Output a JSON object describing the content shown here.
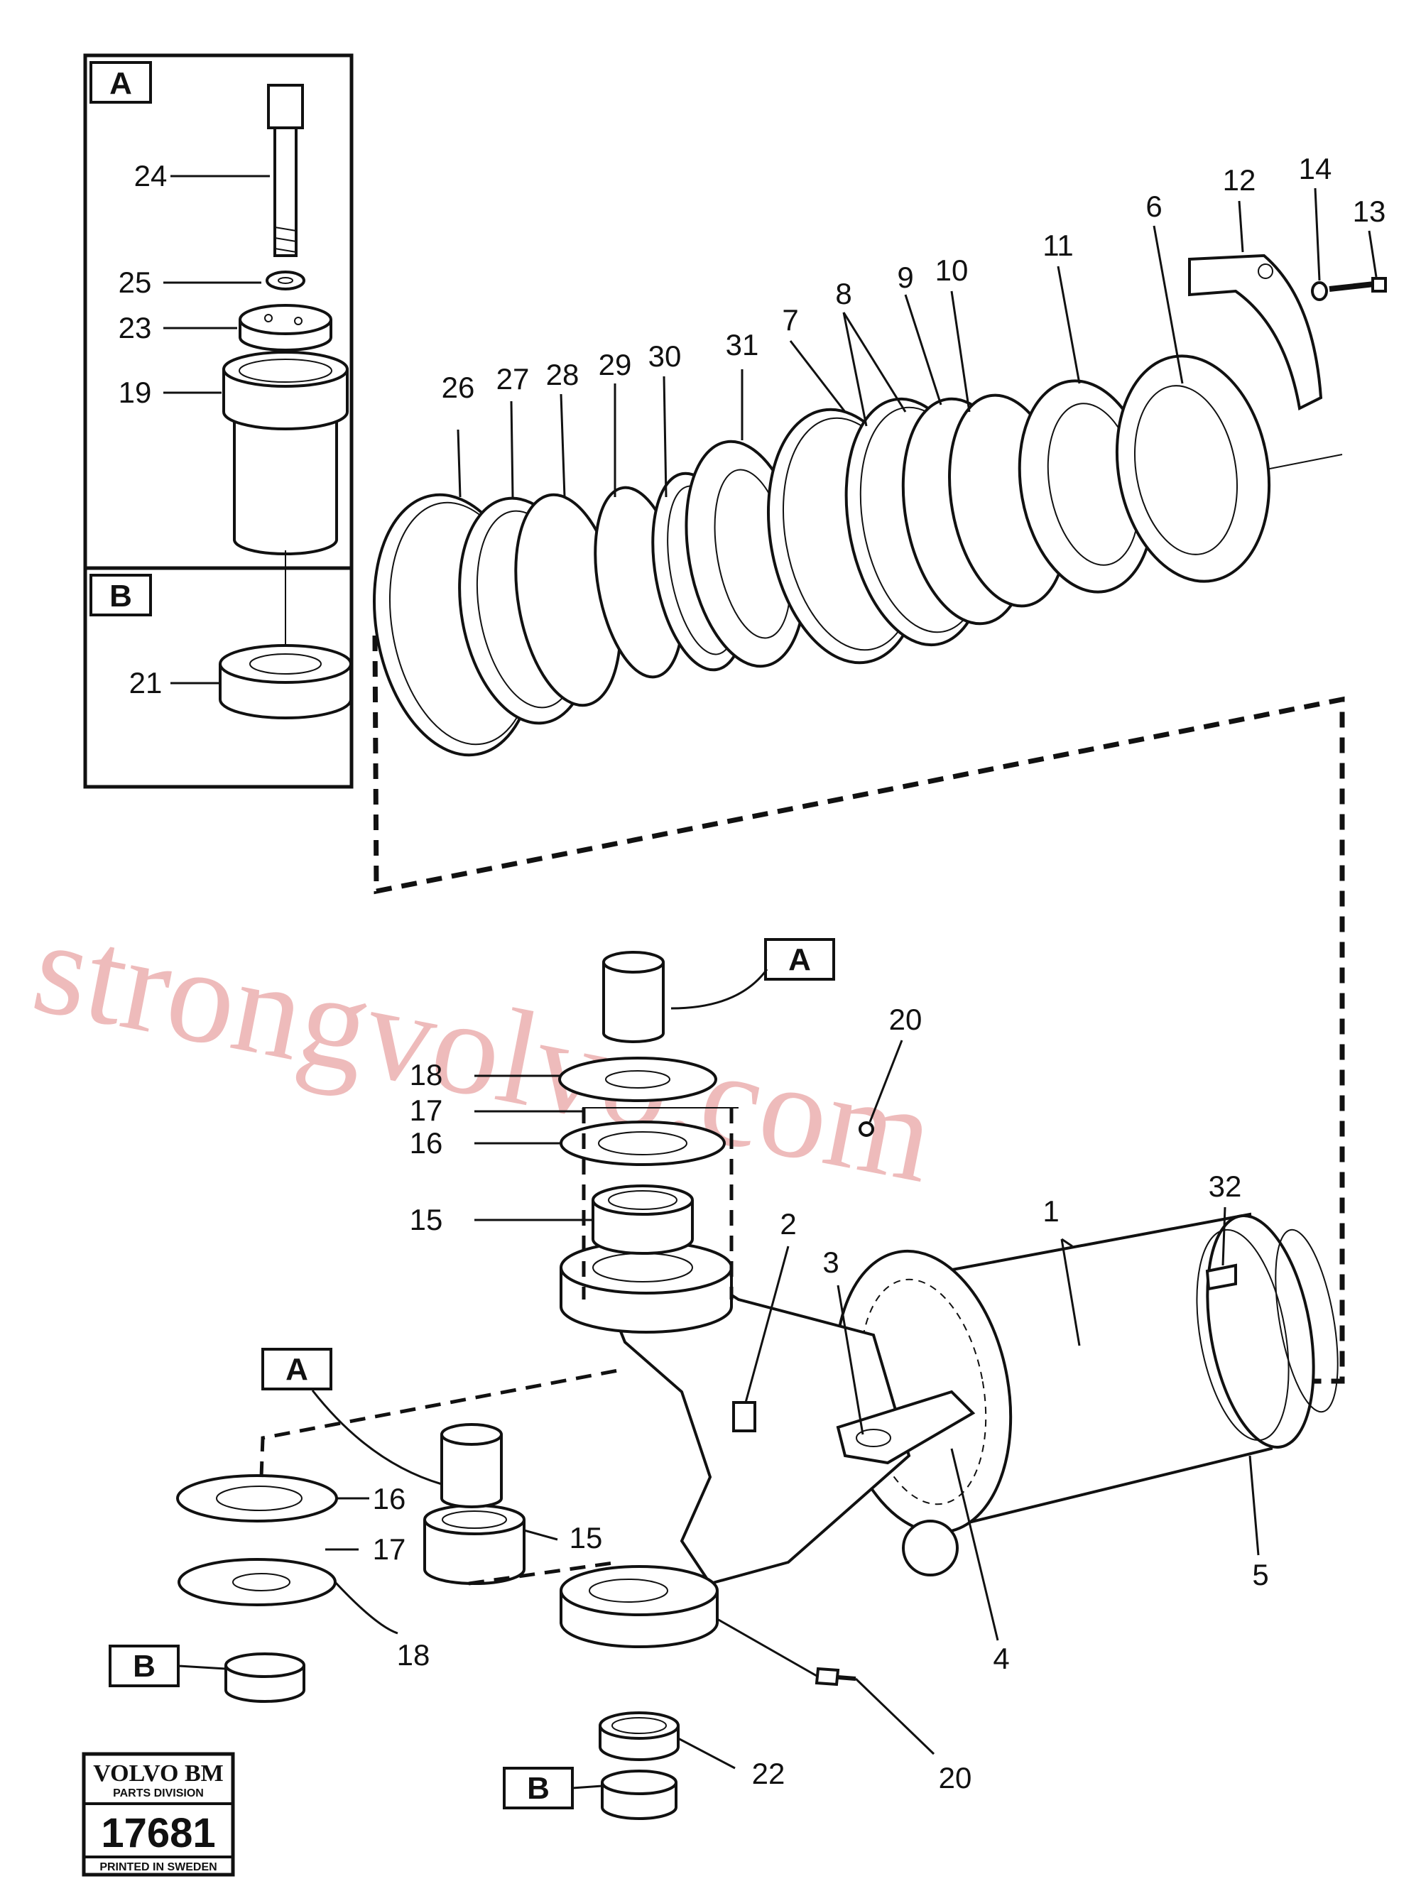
{
  "watermark": "strongvolvo.com",
  "box_labels": {
    "inset_a": "A",
    "inset_b": "B",
    "ref_a_top": "A",
    "ref_a_left": "A",
    "ref_b_left": "B",
    "ref_b_bottom": "B"
  },
  "callouts": {
    "c24": "24",
    "c25": "25",
    "c23": "23",
    "c19": "19",
    "c21": "21",
    "c26": "26",
    "c27": "27",
    "c28": "28",
    "c29": "29",
    "c30": "30",
    "c31": "31",
    "c7": "7",
    "c8": "8",
    "c9": "9",
    "c10": "10",
    "c11": "11",
    "c6": "6",
    "c12": "12",
    "c14": "14",
    "c13": "13",
    "c20a": "20",
    "c18a": "18",
    "c17a": "17",
    "c16a": "16",
    "c15a": "15",
    "c2": "2",
    "c3": "3",
    "c1": "1",
    "c32": "32",
    "c5": "5",
    "c4": "4",
    "c16b": "16",
    "c17b": "17",
    "c15b": "15",
    "c18b": "18",
    "c22": "22",
    "c20b": "20"
  },
  "stamp": {
    "brand": "VOLVO BM",
    "division": "PARTS DIVISION",
    "number": "17681",
    "footer": "PRINTED IN SWEDEN"
  }
}
